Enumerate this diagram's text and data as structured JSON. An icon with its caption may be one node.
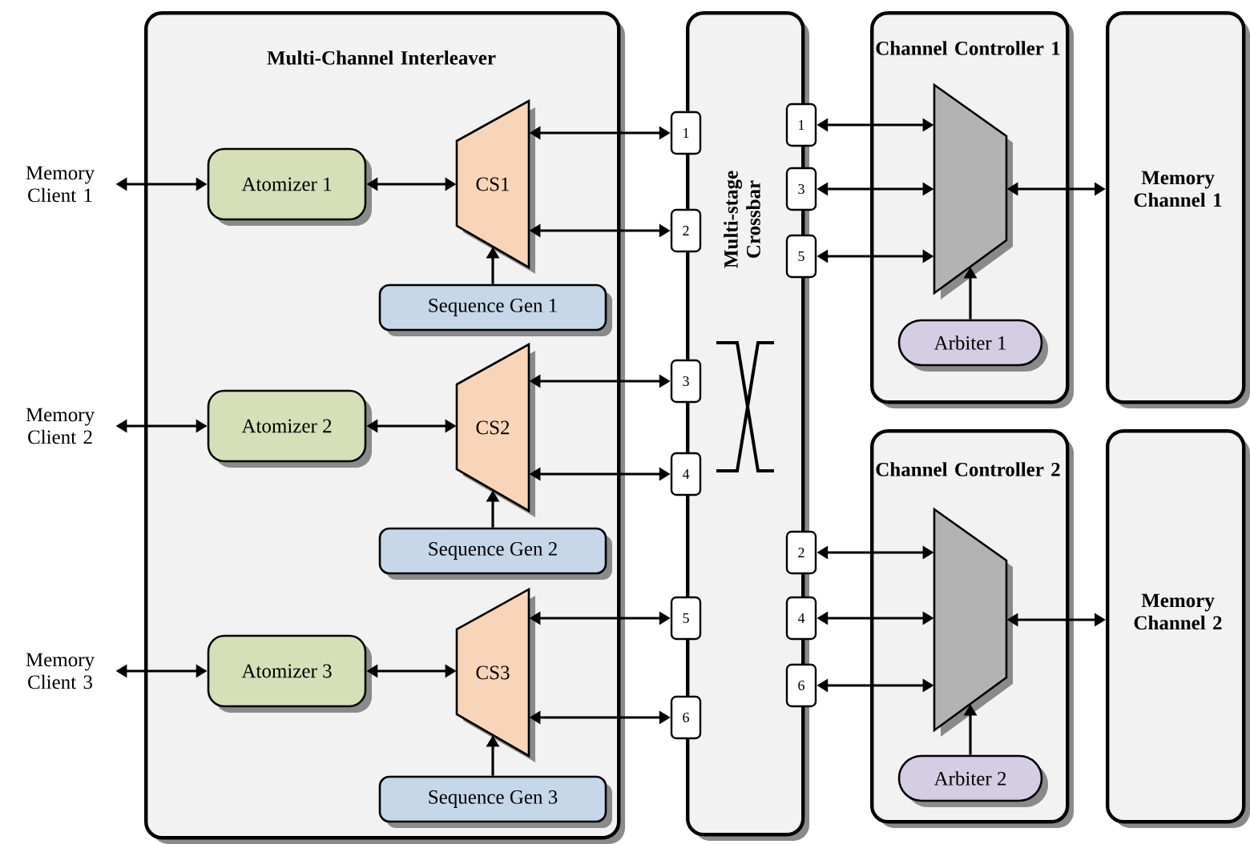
{
  "diagram": {
    "nodes": [
      {
        "text": [
          "Multi-Channel Interleaver"
        ]
      },
      {
        "text": [
          "Memory Client 1"
        ]
      },
      {
        "text": [
          "Atomizer 1"
        ],
        "in": 0
      },
      {
        "text": [
          "CS1"
        ],
        "in": 0
      },
      {
        "text": [
          "Sequence Gen 1"
        ],
        "in": 0
      },
      {
        "text": [
          "Memory Client 2"
        ]
      },
      {
        "text": [
          "Atomizer 2"
        ],
        "in": 0
      },
      {
        "text": [
          "CS2"
        ],
        "in": 0
      },
      {
        "text": [
          "Sequence Gen 2"
        ],
        "in": 0
      },
      {
        "text": [
          "Memory Client 3"
        ]
      },
      {
        "text": [
          "Atomizer 3"
        ],
        "in": 0
      },
      {
        "text": [
          "CS3"
        ],
        "in": 0
      },
      {
        "text": [
          "Sequence Gen 3"
        ],
        "in": 0
      },
      {
        "text": [
          "Multi-stage Crossbar"
        ]
      },
      {
        "text": [
          "1"
        ]
      },
      {
        "text": [
          "2"
        ]
      },
      {
        "text": [
          "3"
        ]
      },
      {
        "text": [
          "4"
        ]
      },
      {
        "text": [
          "5"
        ]
      },
      {
        "text": [
          "6"
        ]
      },
      {
        "text": [
          "1"
        ]
      },
      {
        "text": [
          "3"
        ]
      },
      {
        "text": [
          "5"
        ]
      },
      {
        "text": [
          "2"
        ]
      },
      {
        "text": [
          "4"
        ]
      },
      {
        "text": [
          "6"
        ]
      },
      {
        "text": [
          "Channel Controller 1"
        ]
      },
      {
        "text": [],
        "shape": "trapezoid",
        "in": 26
      },
      {
        "text": [
          "Arbiter 1"
        ],
        "in": 26
      },
      {
        "text": [
          "Channel Controller 2"
        ]
      },
      {
        "text": [],
        "shape": "trapezoid",
        "in": 29
      },
      {
        "text": [
          "Arbiter 2"
        ],
        "in": 29
      },
      {
        "text": [
          "Memory Channel 1"
        ]
      },
      {
        "text": [
          "Memory Channel 2"
        ]
      }
    ],
    "edges": [
      {
        "from": 1,
        "to": 2,
        "arrow": "both"
      },
      {
        "from": 2,
        "to": 3,
        "arrow": "both"
      },
      {
        "from": 3,
        "to": 14,
        "arrow": "both"
      },
      {
        "from": 3,
        "to": 15,
        "arrow": "both"
      },
      {
        "from": 4,
        "to": 3,
        "arrow": "to"
      },
      {
        "from": 5,
        "to": 6,
        "arrow": "both"
      },
      {
        "from": 6,
        "to": 7,
        "arrow": "both"
      },
      {
        "from": 7,
        "to": 16,
        "arrow": "both"
      },
      {
        "from": 7,
        "to": 17,
        "arrow": "both"
      },
      {
        "from": 8,
        "to": 7,
        "arrow": "to"
      },
      {
        "from": 9,
        "to": 10,
        "arrow": "both"
      },
      {
        "from": 10,
        "to": 11,
        "arrow": "both"
      },
      {
        "from": 11,
        "to": 18,
        "arrow": "both"
      },
      {
        "from": 11,
        "to": 19,
        "arrow": "both"
      },
      {
        "from": 12,
        "to": 11,
        "arrow": "to"
      },
      {
        "from": 20,
        "to": 27,
        "arrow": "both"
      },
      {
        "from": 21,
        "to": 27,
        "arrow": "both"
      },
      {
        "from": 22,
        "to": 27,
        "arrow": "both"
      },
      {
        "from": 27,
        "to": 32,
        "arrow": "both"
      },
      {
        "from": 28,
        "to": 27,
        "arrow": "to"
      },
      {
        "from": 23,
        "to": 30,
        "arrow": "both"
      },
      {
        "from": 24,
        "to": 30,
        "arrow": "both"
      },
      {
        "from": 25,
        "to": 30,
        "arrow": "both"
      },
      {
        "from": 30,
        "to": 33,
        "arrow": "both"
      },
      {
        "from": 31,
        "to": 30,
        "arrow": "to"
      }
    ]
  }
}
